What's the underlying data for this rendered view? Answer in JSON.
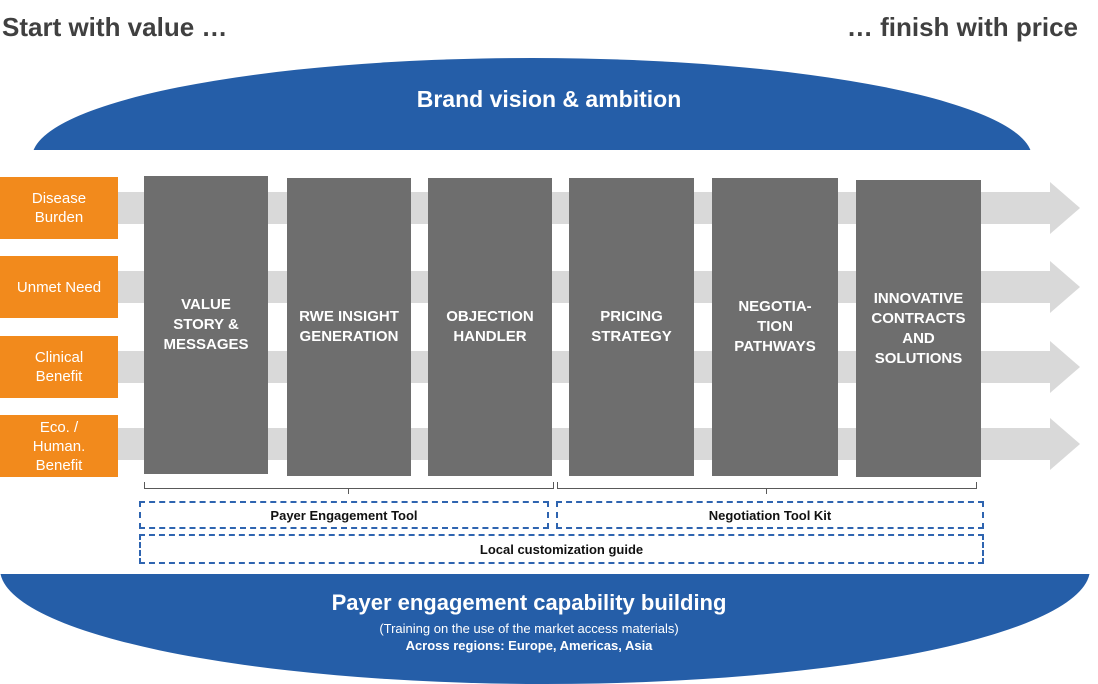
{
  "headings": {
    "start": "Start with value …",
    "finish": "… finish with price"
  },
  "top_banner": {
    "title": "Brand vision & ambition",
    "color": "#255ea8"
  },
  "inputs": [
    {
      "label": "Disease\nBurden"
    },
    {
      "label": "Unmet Need"
    },
    {
      "label": "Clinical\nBenefit"
    },
    {
      "label": "Eco. /\nHuman.\nBenefit"
    }
  ],
  "columns": [
    {
      "label": "VALUE\nSTORY &\nMESSAGES"
    },
    {
      "label": "RWE INSIGHT\nGENERATION"
    },
    {
      "label": "OBJECTION\nHANDLER"
    },
    {
      "label": "PRICING\nSTRATEGY"
    },
    {
      "label": "NEGOTIA-\nTION\nPATHWAYS"
    },
    {
      "label": "INNOVATIVE\nCONTRACTS\nAND\nSOLUTIONS"
    }
  ],
  "tools": {
    "payer_engagement": "Payer Engagement Tool",
    "negotiation": "Negotiation Tool Kit",
    "local_guide": "Local customization guide"
  },
  "bottom_banner": {
    "title": "Payer engagement capability building",
    "subtitle": "(Training on the use of the market access materials)",
    "regions": "Across regions: Europe, Americas, Asia",
    "color": "#255ea8"
  },
  "colors": {
    "orange": "#f28a1c",
    "column_grey": "#6e6e6e",
    "arrow_grey": "#d9d9d9",
    "dashed_blue": "#2e64b0"
  }
}
